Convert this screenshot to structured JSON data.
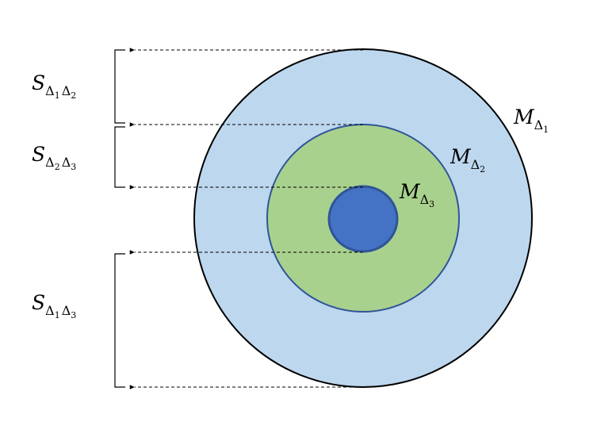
{
  "diagram": {
    "colors": {
      "outer_fill": "#bdd7ee",
      "middle_fill": "#a9d18e",
      "inner_fill": "#4472c4",
      "outer_stroke": "#000000",
      "inner_stroke": "#2f5597",
      "guide": "#000000"
    },
    "sets": {
      "m1": {
        "letter": "M",
        "sub": "Δ",
        "subsub": "1"
      },
      "m2": {
        "letter": "M",
        "sub": "Δ",
        "subsub": "2"
      },
      "m3": {
        "letter": "M",
        "sub": "Δ",
        "subsub": "3"
      }
    },
    "brackets": {
      "s12": {
        "letter": "S",
        "sub1": "Δ",
        "subsub1": "1",
        "sub2": "Δ",
        "subsub2": "2"
      },
      "s23": {
        "letter": "S",
        "sub1": "Δ",
        "subsub1": "2",
        "sub2": "Δ",
        "subsub2": "3"
      },
      "s13": {
        "letter": "S",
        "sub1": "Δ",
        "subsub1": "1",
        "sub2": "Δ",
        "subsub2": "3"
      }
    },
    "icons": [
      "arrowhead-left"
    ]
  }
}
